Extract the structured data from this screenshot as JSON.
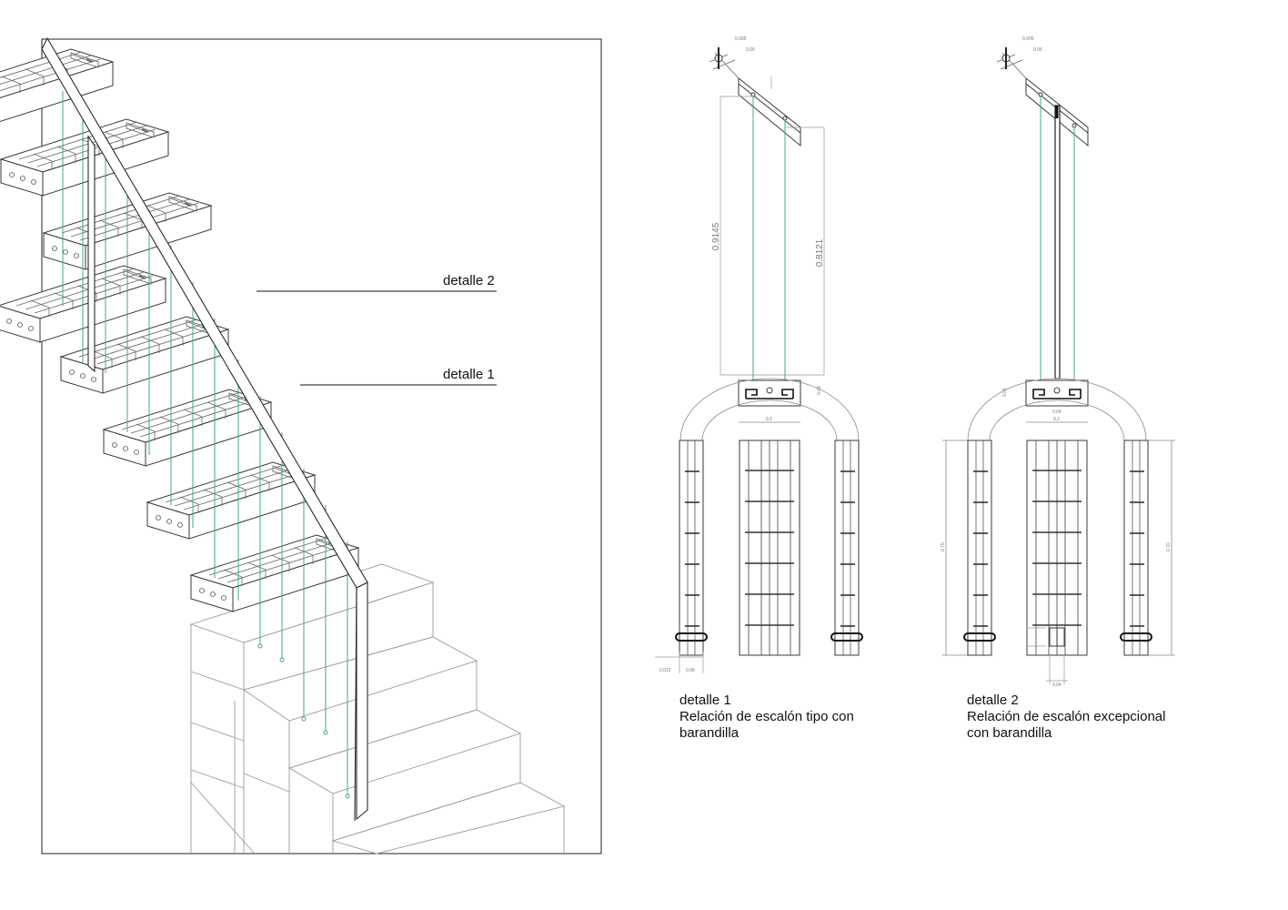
{
  "isometric": {
    "callouts": [
      {
        "label": "detalle 2"
      },
      {
        "label": "detalle 1"
      }
    ]
  },
  "details": [
    {
      "title": "detalle 1",
      "line1": "Relación de escalón tipo con",
      "line2": "barandilla",
      "dims": {
        "post_height": "0.9145",
        "post_height_2": "0.8121",
        "tread_width": "0.2",
        "cover_a": "0.005",
        "cover_b": "0.05",
        "small_a": "0.012",
        "small_b": "0.08",
        "side_h": "0.08"
      }
    },
    {
      "title": "detalle 2",
      "line1": "Relación de escalón excepcional",
      "line2": "con barandilla",
      "dims": {
        "tread_width": "0.2",
        "inner_a": "0.04",
        "side_h": "0.08",
        "height_left": "0.70",
        "height_right": "0.70",
        "bottom": "0.04",
        "cover_a": "0.005",
        "cover_b": "0.05"
      }
    }
  ],
  "colors": {
    "line": "#3a3a3a",
    "thin": "#8a8a8a",
    "wire": "#3fae7a",
    "frame": "#222222"
  }
}
